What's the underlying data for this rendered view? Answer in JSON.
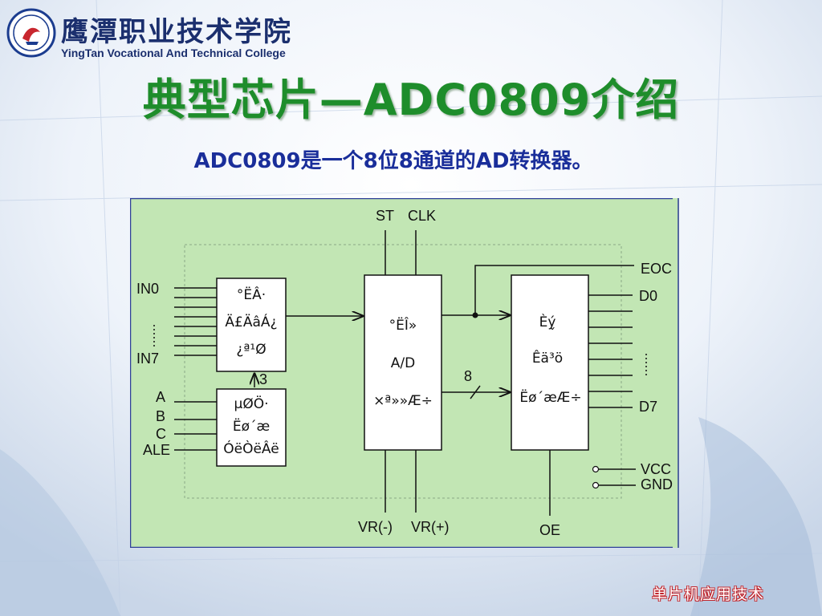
{
  "header": {
    "college_cn": "鹰潭职业技术学院",
    "college_en": "YingTan Vocational And Technical College",
    "logo_icon": "college-emblem-icon"
  },
  "title": "典型芯片—ADC0809介绍",
  "subtitle": "ADC0809是一个8位8通道的AD转换器。",
  "footer": "单片机应用技术",
  "colors": {
    "title": "#1e8d2b",
    "subtitle": "#1a2e9a",
    "diagram_bg": "#c2e6b4",
    "diagram_border": "#2f3f9a"
  },
  "diagram": {
    "pins_top": [
      "ST",
      "CLK"
    ],
    "pins_left_in": [
      "IN0",
      "IN7"
    ],
    "pins_left_addr": [
      "A",
      "B",
      "C",
      "ALE"
    ],
    "pins_right": [
      "EOC",
      "D0",
      "D7",
      "VCC",
      "GND"
    ],
    "pins_bottom": [
      "VR(-)",
      "VR(+)",
      "OE"
    ],
    "bus_width_addr": "3",
    "bus_width_data": "8",
    "blocks": {
      "mux": [
        "°ËÂ·",
        "Ä£ÄâÁ¿",
        "¿ª¹Ø"
      ],
      "latch": [
        "µØÖ·",
        "Ëø´æ",
        "ÓëÒëÂë"
      ],
      "adc": [
        "°ËÎ»",
        "A/D",
        "×ª»»Æ÷"
      ],
      "buffer": [
        "Èý̬",
        "Êä³ö",
        "Ëø´æÆ÷"
      ]
    }
  }
}
